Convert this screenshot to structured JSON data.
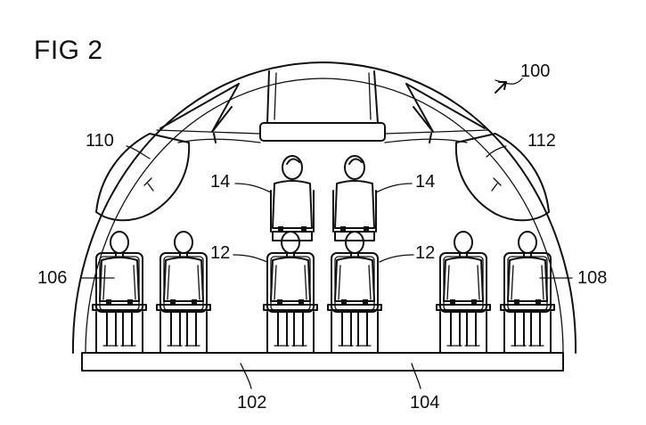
{
  "figure": {
    "title": "FIG 2"
  },
  "labels": {
    "cabin": "100",
    "aisle_left": "102",
    "aisle_right": "104",
    "seat_group_left": "106",
    "seat_group_right": "108",
    "bin_left": "110",
    "bin_right": "112",
    "lower_seat": "12",
    "upper_seat": "14"
  }
}
